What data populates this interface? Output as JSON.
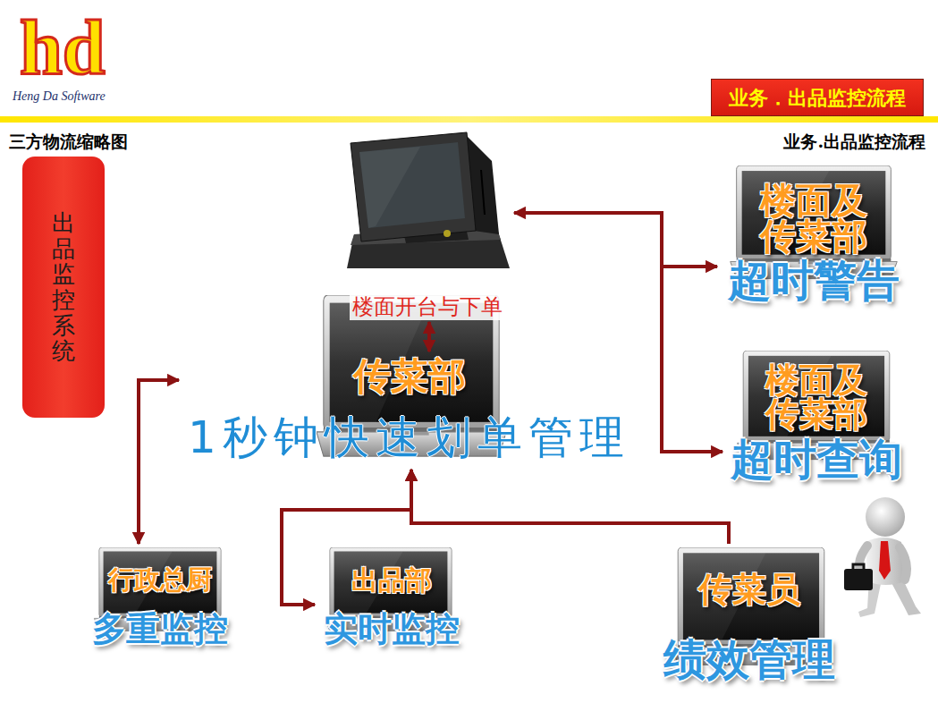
{
  "diagram": {
    "nodes": [
      {
        "text": [
          "业务．出品监控流程"
        ]
      },
      {
        "text": [
          "出品监控系统"
        ]
      },
      {
        "text": [
          "楼面开台与下单"
        ]
      },
      {
        "text": [
          "楼面及 传菜部",
          "超时警告"
        ]
      },
      {
        "text": [
          "传菜部",
          "1秒钟快速划单管理"
        ]
      },
      {
        "text": [
          "楼面及 传菜部",
          "超时查询"
        ]
      },
      {
        "text": [
          "行政总厨",
          "多重监控"
        ]
      },
      {
        "text": [
          "出品部",
          "实时监控"
        ]
      },
      {
        "text": [
          "传菜员",
          "绩效管理"
        ]
      }
    ],
    "edges": [
      {
        "from": 2,
        "to": 3,
        "arrow": "both"
      },
      {
        "from": 2,
        "to": 5,
        "arrow": "to"
      },
      {
        "from": 2,
        "to": 4,
        "arrow": "both"
      },
      {
        "from": 6,
        "to": 4,
        "arrow": "both"
      },
      {
        "from": 7,
        "to": 4,
        "arrow": "both"
      },
      {
        "from": 8,
        "to": 4,
        "arrow": "to"
      }
    ],
    "labels": [
      "hd",
      "Heng Da Software",
      "三方物流缩略图",
      "业务.出品监控流程"
    ]
  }
}
